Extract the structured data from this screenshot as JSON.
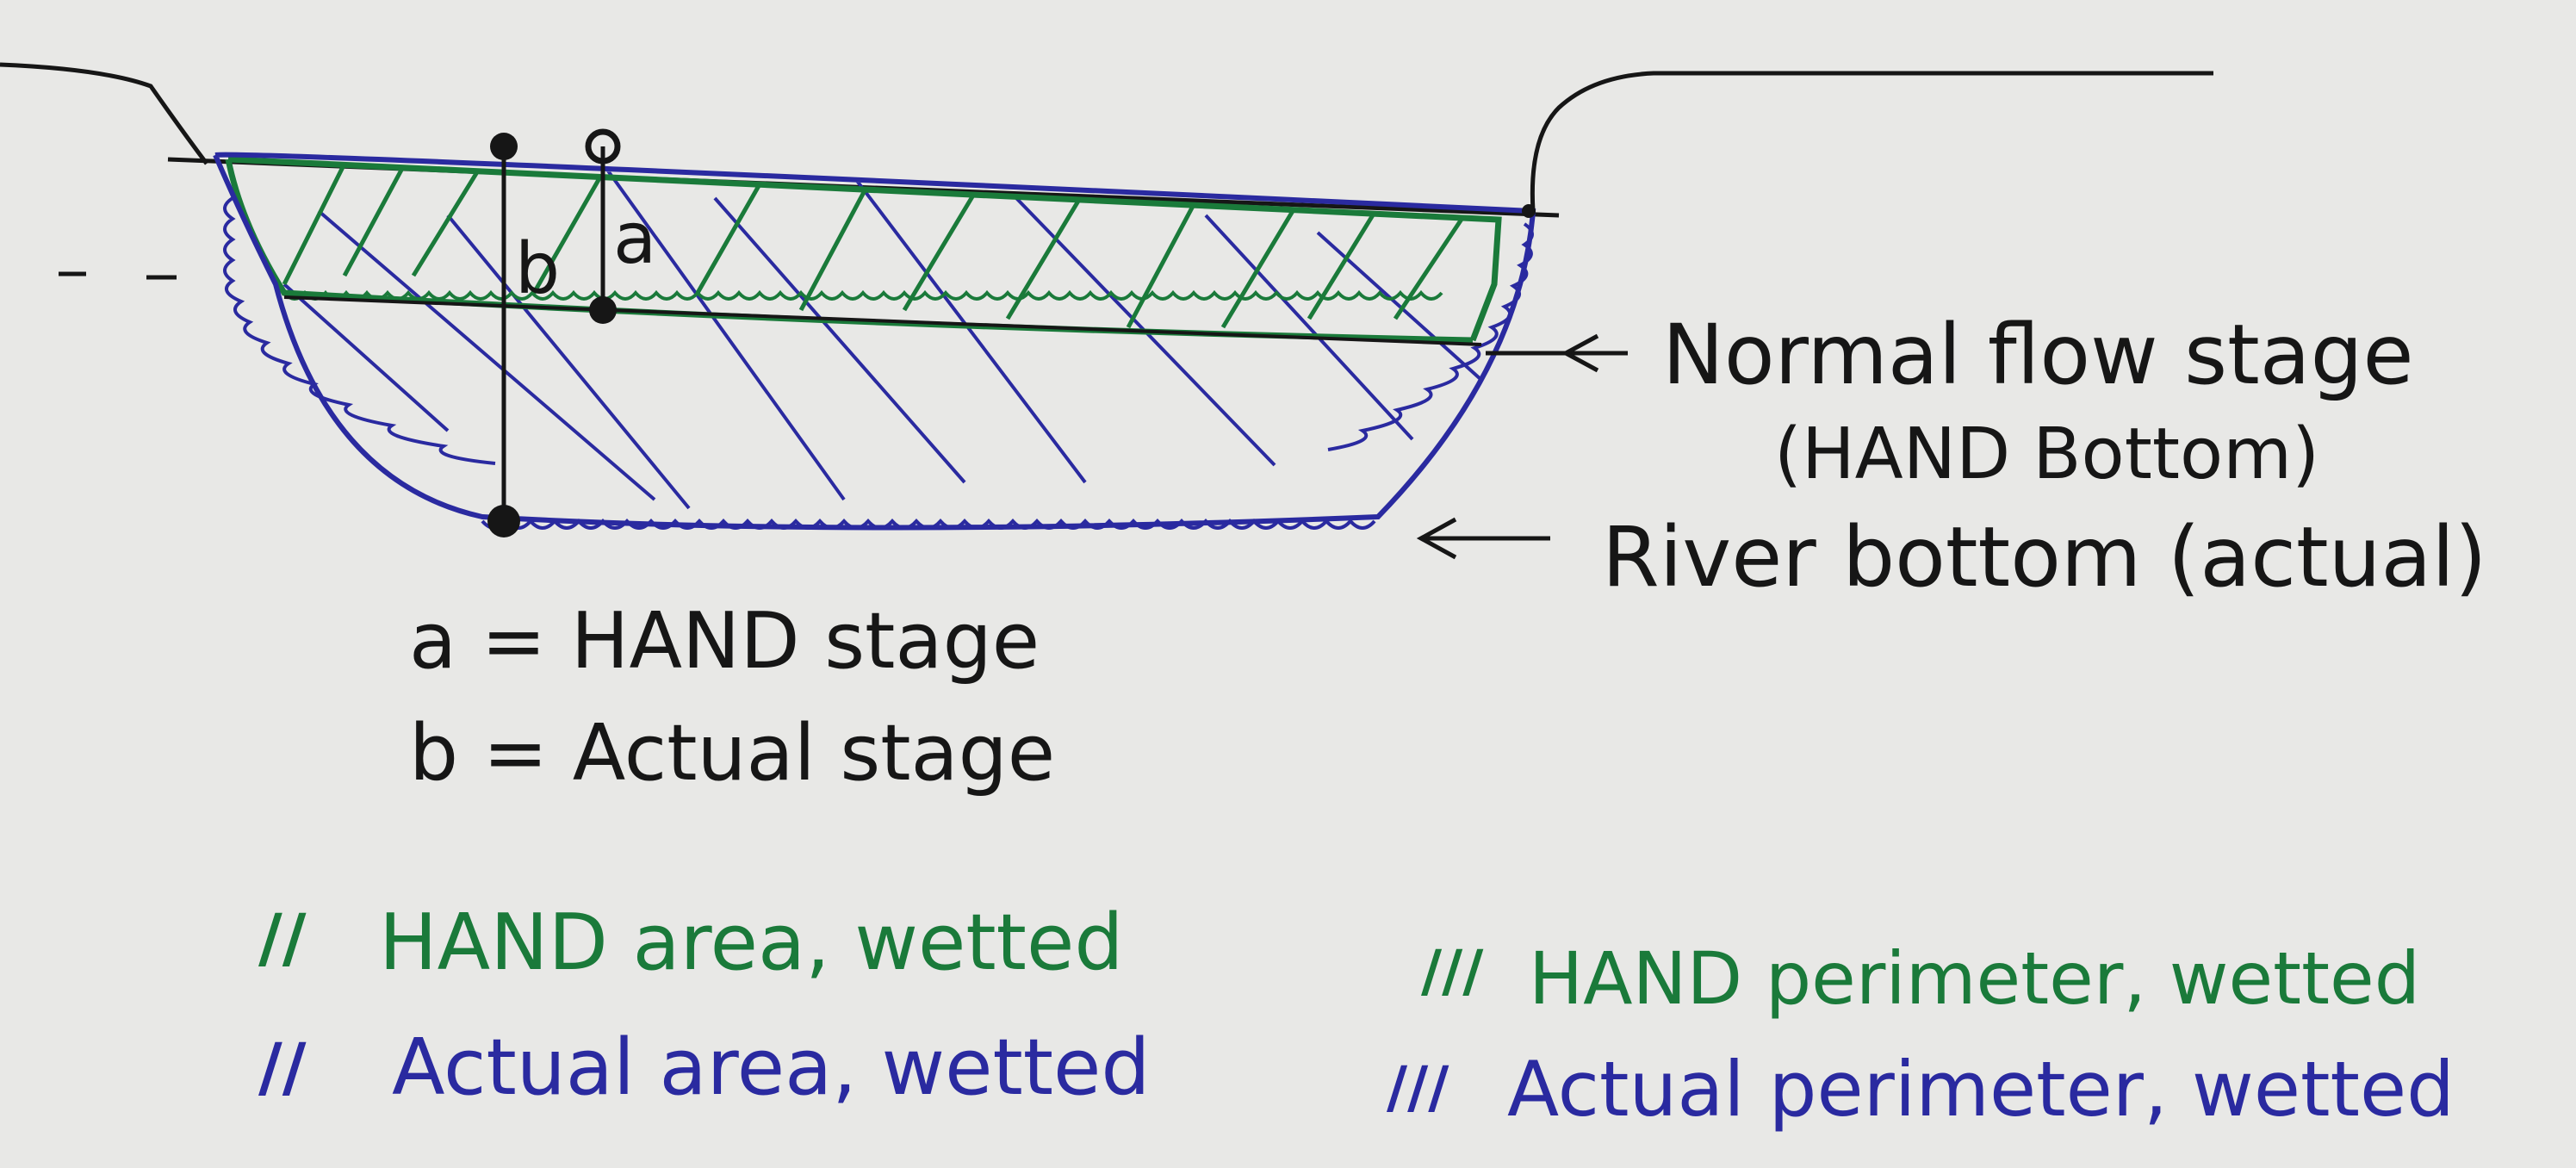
{
  "annotations": {
    "label_a": "a",
    "label_b": "b",
    "normal_flow_stage_line1": "Normal flow stage",
    "normal_flow_stage_line2": "(HAND Bottom)",
    "river_bottom": "River bottom (actual)"
  },
  "definitions": {
    "a_def": "a = HAND stage",
    "b_def": "b = Actual stage"
  },
  "legend": {
    "hand_area_symbol": "//",
    "hand_area": "HAND area, wetted",
    "actual_area_symbol": "//",
    "actual_area": "Actual area, wetted",
    "hand_perimeter_symbol": "///",
    "hand_perimeter": "HAND perimeter, wetted",
    "actual_perimeter_symbol": "///",
    "actual_perimeter": "Actual perimeter, wetted"
  },
  "colors": {
    "paper": "#e8e8e6",
    "ink_black": "#161616",
    "ink_green": "#1a7a3a",
    "ink_blue": "#2a2aa0"
  }
}
